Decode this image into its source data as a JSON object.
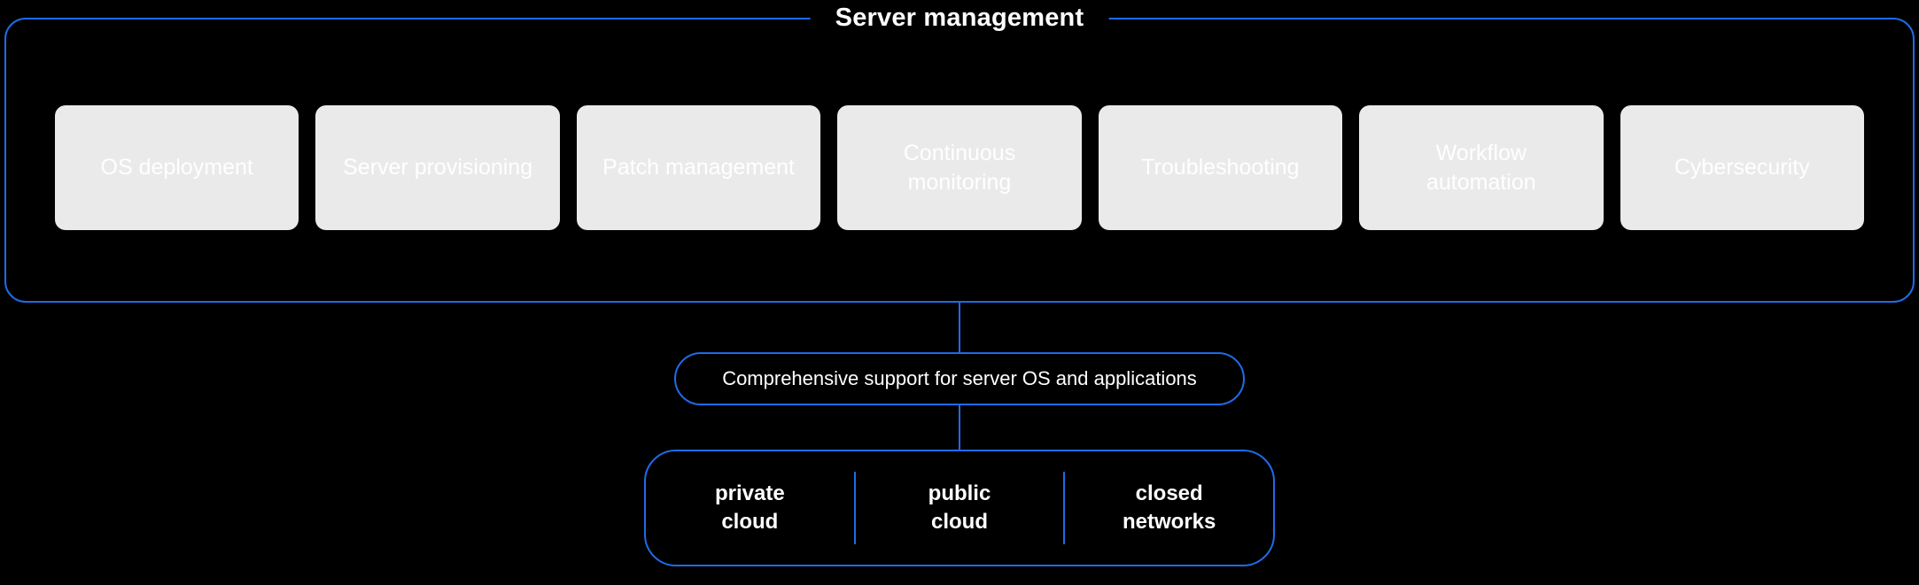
{
  "colors": {
    "background": "#000000",
    "accent_blue": "#1f6be8",
    "box_gray": "#eaeaea",
    "text_white": "#ffffff"
  },
  "diagram": {
    "title": "Server management",
    "services": [
      {
        "label": "OS deployment"
      },
      {
        "label": "Server provisioning"
      },
      {
        "label": "Patch management"
      },
      {
        "label": "Continuous monitoring"
      },
      {
        "label": "Troubleshooting"
      },
      {
        "label": "Workflow automation"
      },
      {
        "label": "Cybersecurity"
      }
    ],
    "support_note": "Comprehensive support for server OS and applications",
    "environments": [
      {
        "label": "private cloud"
      },
      {
        "label": "public cloud"
      },
      {
        "label": "closed networks"
      }
    ]
  }
}
